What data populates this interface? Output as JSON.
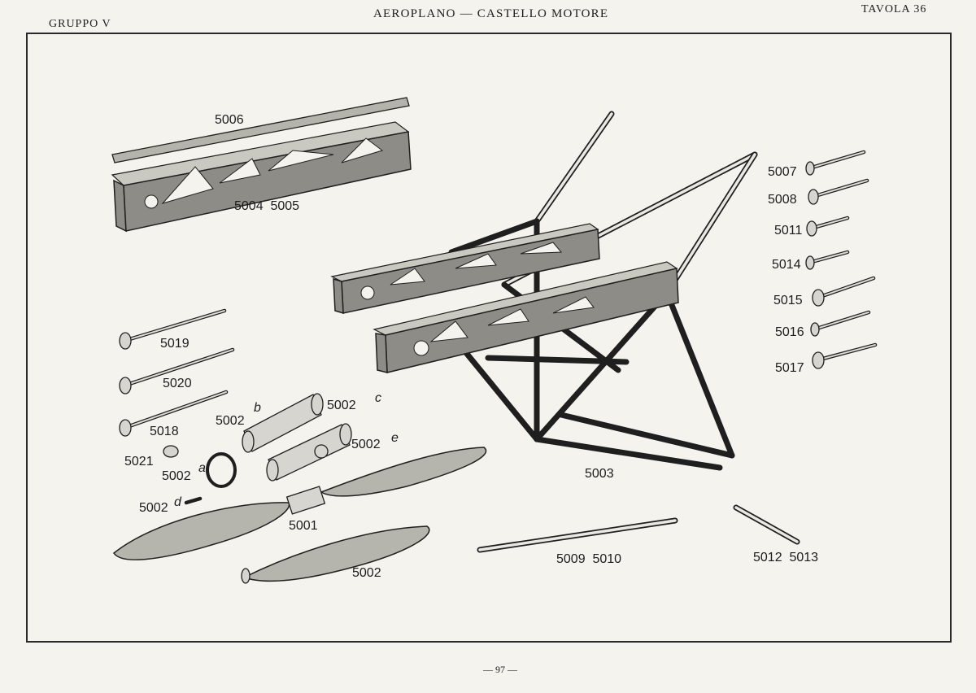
{
  "header": {
    "group": "GRUPPO V",
    "title": "AEROPLANO — CASTELLO MOTORE",
    "plate": "TAVOLA 36"
  },
  "footer": {
    "page_number": "— 97 —"
  },
  "parts": {
    "p5006": "5006",
    "p5004_5005": "5004  5005",
    "p5007": "5007",
    "p5008": "5008",
    "p5011": "5011",
    "p5014": "5014",
    "p5015": "5015",
    "p5016": "5016",
    "p5017": "5017",
    "p5019": "5019",
    "p5020": "5020",
    "p5018": "5018",
    "p5021": "5021",
    "p5002b": "5002",
    "p5002c": "5002",
    "p5002e": "5002",
    "p5002a": "5002",
    "p5002d": "5002",
    "p5003": "5003",
    "p5001": "5001",
    "p5002": "5002",
    "p5009_5010": "5009  5010",
    "p5012_5013": "5012  5013"
  },
  "suffixes": {
    "b": "b",
    "c": "c",
    "e": "e",
    "a": "a",
    "d": "d"
  }
}
